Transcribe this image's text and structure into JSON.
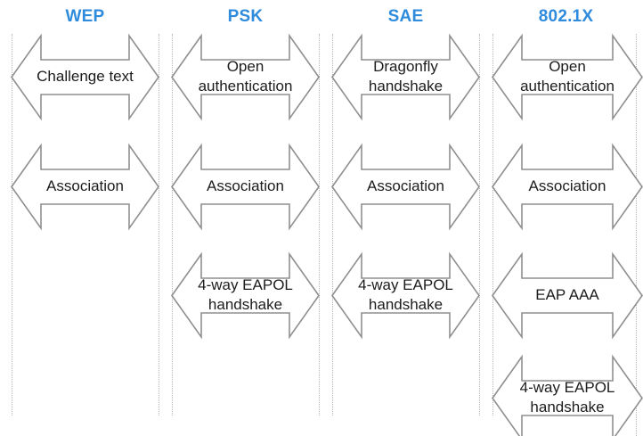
{
  "diagram": {
    "title_color": "#2f8bdc",
    "line_color": "#8f8f8f",
    "divider_color": "#b6b6b6",
    "text_color": "#1c1c1c",
    "columns": [
      {
        "id": "wep",
        "title": "WEP",
        "steps": [
          {
            "id": "challenge-text",
            "label": "Challenge text"
          },
          {
            "id": "association",
            "label": "Association"
          }
        ]
      },
      {
        "id": "psk",
        "title": "PSK",
        "steps": [
          {
            "id": "open-authentication",
            "label": "Open\nauthentication"
          },
          {
            "id": "association",
            "label": "Association"
          },
          {
            "id": "four-way-eapol-handshake",
            "label": "4-way EAPOL\nhandshake"
          }
        ]
      },
      {
        "id": "sae",
        "title": "SAE",
        "steps": [
          {
            "id": "dragonfly-handshake",
            "label": "Dragonfly\nhandshake"
          },
          {
            "id": "association",
            "label": "Association"
          },
          {
            "id": "four-way-eapol-handshake",
            "label": "4-way EAPOL\nhandshake"
          }
        ]
      },
      {
        "id": "dot1x",
        "title": "802.1X",
        "steps": [
          {
            "id": "open-authentication",
            "label": "Open\nauthentication"
          },
          {
            "id": "association",
            "label": "Association"
          },
          {
            "id": "eap-aaa",
            "label": "EAP AAA"
          },
          {
            "id": "four-way-eapol-handshake",
            "label": "4-way EAPOL\nhandshake"
          }
        ]
      }
    ]
  }
}
